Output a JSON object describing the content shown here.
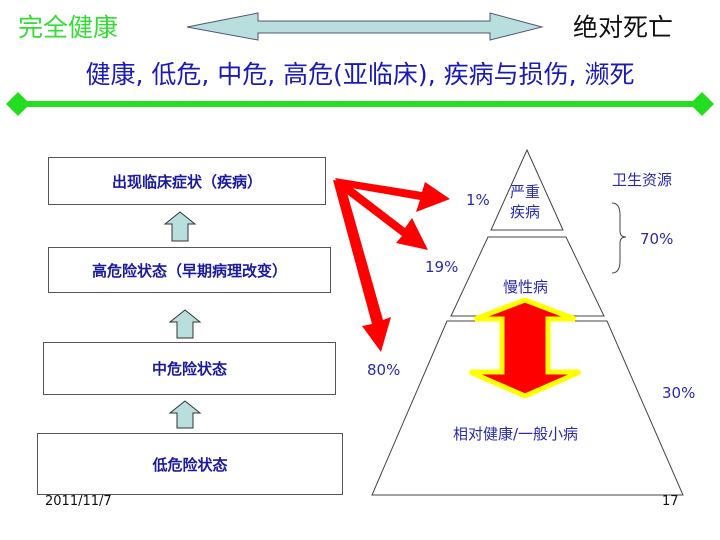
{
  "header": {
    "left": "完全健康",
    "right": "绝对死亡",
    "subtitle": "健康, 低危, 中危, 高危(亚临床), 疾病与损伤, 濒死"
  },
  "stages": [
    "出现临床症状（疾病）",
    "高危险状态（早期病理改变）",
    "中危险状态",
    "低危险状态"
  ],
  "pyramid": {
    "top": [
      "严重",
      "疾病"
    ],
    "middle": "慢性病",
    "bottom": "相对健康/一般小病"
  },
  "percentages": {
    "p1": "1%",
    "p19": "19%",
    "p80": "80%",
    "p70": "70%",
    "p30": "30%"
  },
  "resources_label": "卫生资源",
  "footer": {
    "date": "2011/11/7",
    "page": "17"
  },
  "colors": {
    "green": "#22dd22",
    "blue": "#1a1ab8",
    "red": "#ff0000",
    "yellow": "#ffff00",
    "arrow": "#b8dede"
  }
}
